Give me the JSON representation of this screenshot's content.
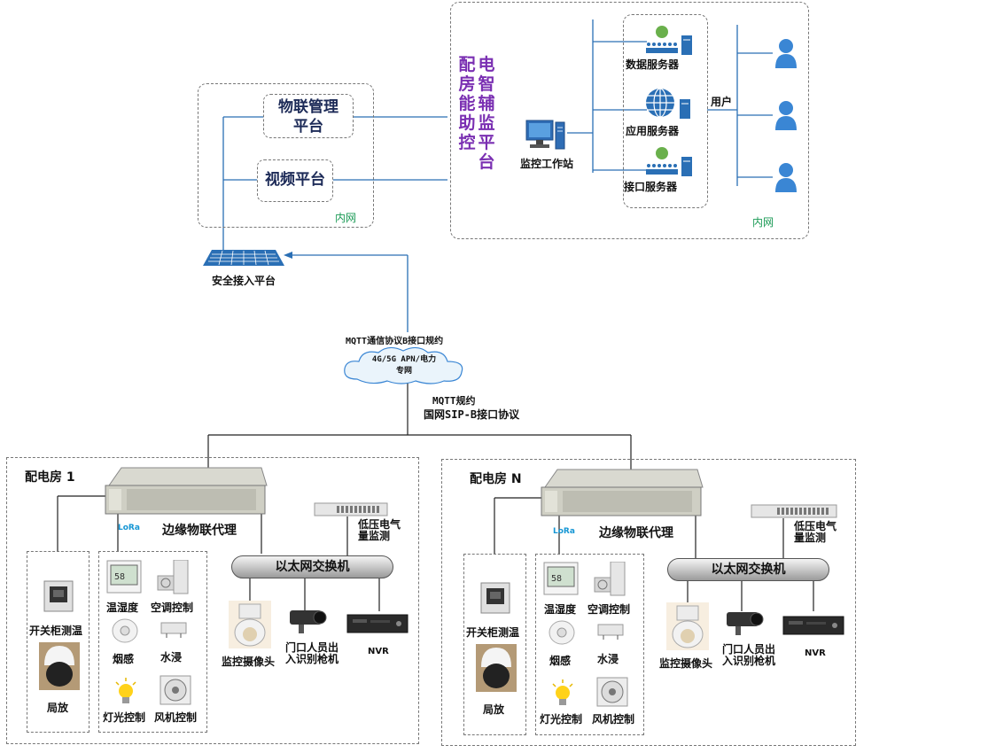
{
  "top": {
    "iot_platform": "物联管理\n平台",
    "video_platform": "视频平台",
    "left_intranet": "内网",
    "main_title": [
      "配",
      "房",
      "能",
      "助",
      "控",
      "台"
    ],
    "main_title_col2": [
      "电",
      "智",
      "辅",
      "监",
      "平"
    ],
    "workstation": "监控工作站",
    "servers": {
      "data": "数据服务器",
      "app": "应用服务器",
      "interface": "接口服务器"
    },
    "users": "用户",
    "right_intranet": "内网"
  },
  "gateway": {
    "secure_access": "安全接入平台",
    "protocol1": "MQTT通信协议B接口规约",
    "cloud": "4G/5G APN/电力\n专网",
    "protocol2": "MQTT规约",
    "protocol3": "国网SIP-B接口协议"
  },
  "rooms": [
    {
      "title": "配电房 1",
      "lora": "LoRa",
      "proxy": "边缘物联代理",
      "meter": "低压电气\n量监测",
      "switch": "以太网交换机",
      "sensors": {
        "switch_temp": "开关柜测温",
        "dome": "局放",
        "humidity": "温湿度",
        "ac": "空调控制",
        "smoke": "烟感",
        "water": "水浸",
        "light": "灯光控制",
        "fan": "风机控制"
      },
      "cctv": "监控摄像头",
      "gate_cam": "门口人员出\n入识别枪机",
      "nvr": "NVR"
    },
    {
      "title": "配电房 N",
      "lora": "LoRa",
      "proxy": "边缘物联代理",
      "meter": "低压电气\n量监测",
      "switch": "以太网交换机",
      "sensors": {
        "switch_temp": "开关柜测温",
        "dome": "局放",
        "humidity": "温湿度",
        "ac": "空调控制",
        "smoke": "烟感",
        "water": "水浸",
        "light": "灯光控制",
        "fan": "风机控制"
      },
      "cctv": "监控摄像头",
      "gate_cam": "门口人员出\n入识别枪机",
      "nvr": "NVR"
    }
  ],
  "colors": {
    "accent_blue": "#2a6fb5",
    "title_purple": "#7a2fb2",
    "intranet_green": "#1a9a55",
    "lora_blue": "#1596d4"
  }
}
